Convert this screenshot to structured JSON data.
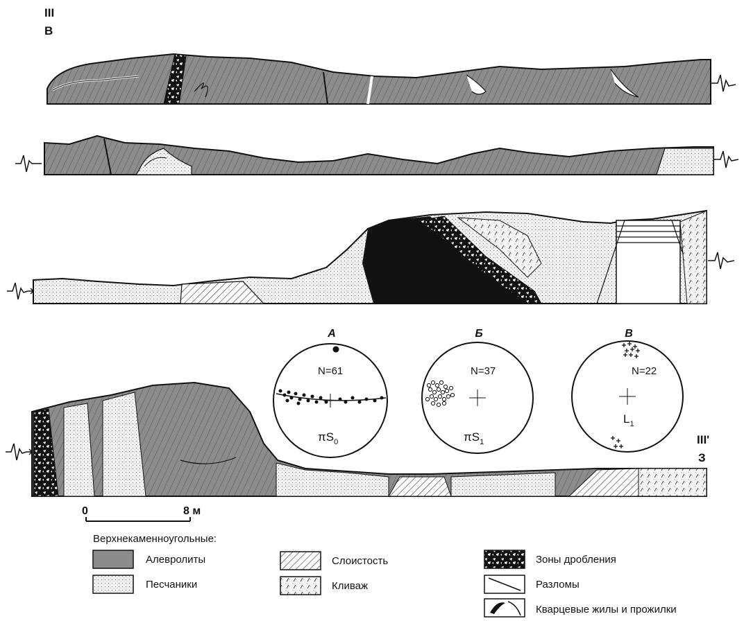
{
  "profile_start": {
    "line1": "III",
    "line2": "В"
  },
  "profile_end": {
    "line1": "III'",
    "line2": "З"
  },
  "stereonets": [
    {
      "title": "А",
      "n": "N=61",
      "pole": "πS",
      "sub": "0"
    },
    {
      "title": "Б",
      "n": "N=37",
      "pole": "πS",
      "sub": "1"
    },
    {
      "title": "В",
      "n": "N=22",
      "pole": "L",
      "sub": "1"
    }
  ],
  "scale": {
    "start": "0",
    "end": "8 м"
  },
  "legend": {
    "heading": "Верхнекаменноугольные:",
    "items": [
      {
        "label": "Алевролиты",
        "pattern": "siltstone"
      },
      {
        "label": "Песчаники",
        "pattern": "sandstone"
      },
      {
        "label": "Слоистость",
        "pattern": "bedding"
      },
      {
        "label": "Кливаж",
        "pattern": "cleavage"
      },
      {
        "label": "Зоны дробления",
        "pattern": "breccia"
      },
      {
        "label": "Разломы",
        "pattern": "fault"
      },
      {
        "label": "Кварцевые жилы и прожилки",
        "pattern": "veins"
      }
    ]
  },
  "colors": {
    "siltstone": "#8c8c8c",
    "ink": "#111111",
    "sand": "#f4f4f4"
  }
}
